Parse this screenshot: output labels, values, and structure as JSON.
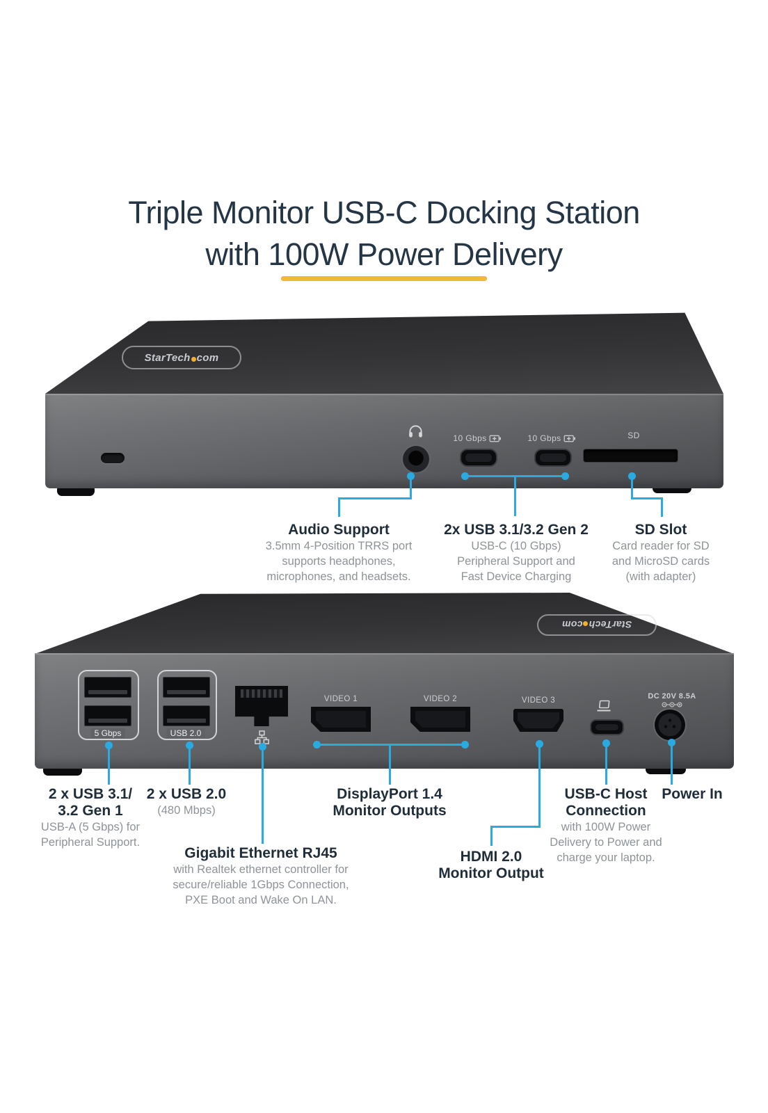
{
  "title": {
    "line1": "Triple Monitor USB-C Docking Station",
    "line2": "with 100W Power Delivery"
  },
  "brand": {
    "name_head": "StarTech",
    "name_tail": "com"
  },
  "colors": {
    "accent_blue": "#29abe2",
    "underline_gold": "#edbb35",
    "heading_navy": "#1f2d3a",
    "title_navy": "#243645",
    "body_gray": "#8e9399"
  },
  "front": {
    "port_labels": {
      "usb_left": "10 Gbps",
      "usb_right": "10 Gbps",
      "sd": "SD"
    },
    "audio": {
      "heading": [
        "Audio Support"
      ],
      "body": [
        "3.5mm 4-Position TRRS port",
        "supports headphones,",
        "microphones, and headsets."
      ]
    },
    "usbc": {
      "heading": [
        "2x USB 3.1/3.2 Gen 2"
      ],
      "body": [
        "USB-C (10 Gbps)",
        "Peripheral Support and",
        "Fast Device Charging"
      ]
    },
    "sd_slot": {
      "heading": [
        "SD Slot"
      ],
      "body": [
        "Card reader for SD",
        "and MicroSD cards",
        "(with adapter)"
      ]
    }
  },
  "rear": {
    "port_labels": {
      "usb_gen1": "5 Gbps",
      "usb_20": "USB 2.0",
      "video1": "VIDEO 1",
      "video2": "VIDEO 2",
      "video3": "VIDEO 3",
      "power": "DC 20V 8.5A"
    },
    "usb31": {
      "heading": [
        "2 x USB 3.1/",
        "3.2 Gen 1"
      ],
      "body": [
        "USB-A (5 Gbps) for",
        "Peripheral Support."
      ]
    },
    "usb20": {
      "heading": [
        "2 x USB 2.0"
      ],
      "body": [
        "(480 Mbps)"
      ]
    },
    "ethernet": {
      "heading": [
        "Gigabit Ethernet RJ45"
      ],
      "body": [
        "with Realtek ethernet controller for",
        "secure/reliable 1Gbps Connection,",
        "PXE Boot and Wake On LAN."
      ]
    },
    "displayport": {
      "heading": [
        "DisplayPort 1.4",
        "Monitor Outputs"
      ],
      "body": []
    },
    "hdmi": {
      "heading": [
        "HDMI 2.0",
        "Monitor Output"
      ],
      "body": []
    },
    "usbc_host": {
      "heading": [
        "USB-C Host",
        "Connection"
      ],
      "body": [
        "with 100W Power",
        "Delivery to Power and",
        "charge your laptop."
      ]
    },
    "power": {
      "heading": [
        "Power In"
      ],
      "body": []
    }
  }
}
